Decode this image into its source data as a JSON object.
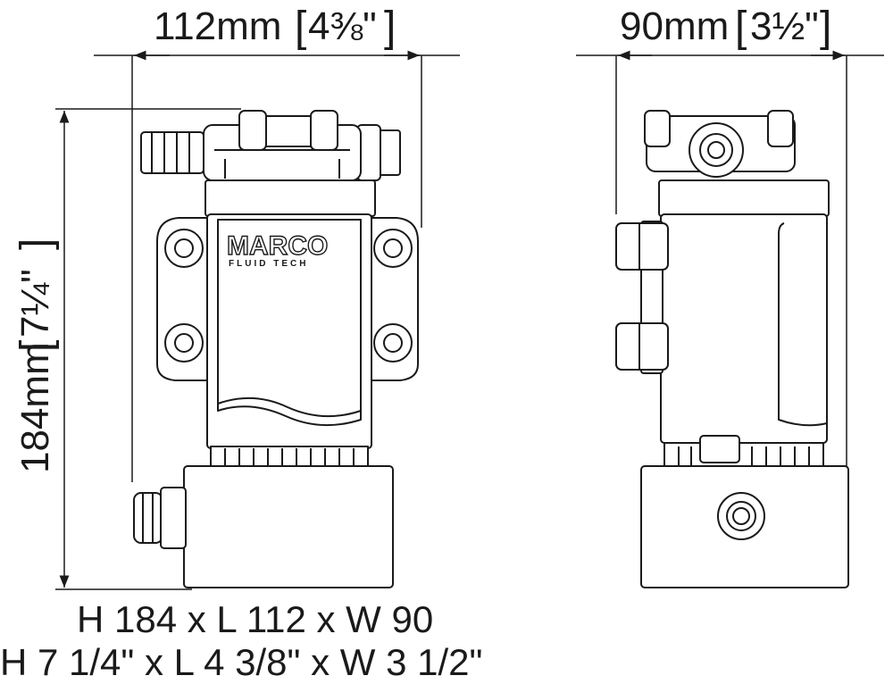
{
  "dimensions": {
    "length": {
      "metric": "112mm",
      "imperial": "4⅜\""
    },
    "width": {
      "metric": "90mm",
      "imperial": "3½\""
    },
    "height": {
      "metric": "184mm",
      "imperial": "7¼\""
    }
  },
  "front_view": {
    "logo": "MARCO",
    "logo_subtitle": "FLUID TECH"
  },
  "caption": {
    "metric": "H 184 x L 112 x W 90",
    "imperial": "H 7 1/4\" x L 4 3/8\" x W 3 1/2\""
  },
  "colors": {
    "line": "#1a1a1a",
    "background": "#ffffff"
  }
}
